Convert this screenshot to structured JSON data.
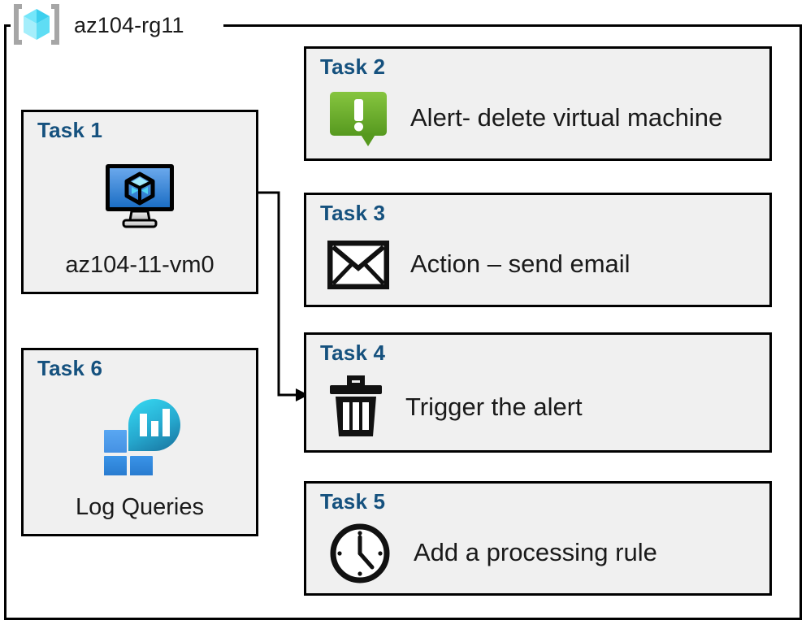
{
  "diagram": {
    "resource_group": {
      "name": "az104-rg11",
      "icon": "resource-group-cube-icon"
    },
    "frame_color": "#000000",
    "card_background": "#f0f0f0",
    "title_color": "#15517e",
    "body_text_color": "#1a1a1a",
    "cards": [
      {
        "id": "task-1",
        "title": "Task 1",
        "caption": "az104-11-vm0",
        "icon": "virtual-machine-icon",
        "column": "left"
      },
      {
        "id": "task-2",
        "title": "Task 2",
        "caption": "Alert- delete virtual machine",
        "icon": "alert-exclamation-icon",
        "column": "right"
      },
      {
        "id": "task-3",
        "title": "Task 3",
        "caption": "Action – send email",
        "icon": "envelope-icon",
        "column": "right"
      },
      {
        "id": "task-4",
        "title": "Task 4",
        "caption": "Trigger the alert",
        "icon": "trash-bin-icon",
        "column": "right"
      },
      {
        "id": "task-5",
        "title": "Task 5",
        "caption": "Add a processing rule",
        "icon": "clock-icon",
        "column": "right"
      },
      {
        "id": "task-6",
        "title": "Task 6",
        "caption": "Log Queries",
        "icon": "log-analytics-icon",
        "column": "left"
      }
    ],
    "connector": {
      "from": "task-1",
      "to": "task-4",
      "style": "orthogonal-arrow",
      "color": "#000000"
    },
    "palette": {
      "vm_screen_top": "#5ea0ea",
      "vm_screen_bottom": "#1c6ec4",
      "alert_green_top": "#7dc242",
      "alert_green_bottom": "#56991f",
      "rg_cube_cyan": "#4fd9f5",
      "rg_bracket_gray": "#a6a6a6",
      "log_square_light": "#4a9bef",
      "log_square_dark": "#2b87dc",
      "log_drop_top": "#2bc9e8",
      "log_drop_bottom": "#1c7fa8"
    }
  }
}
